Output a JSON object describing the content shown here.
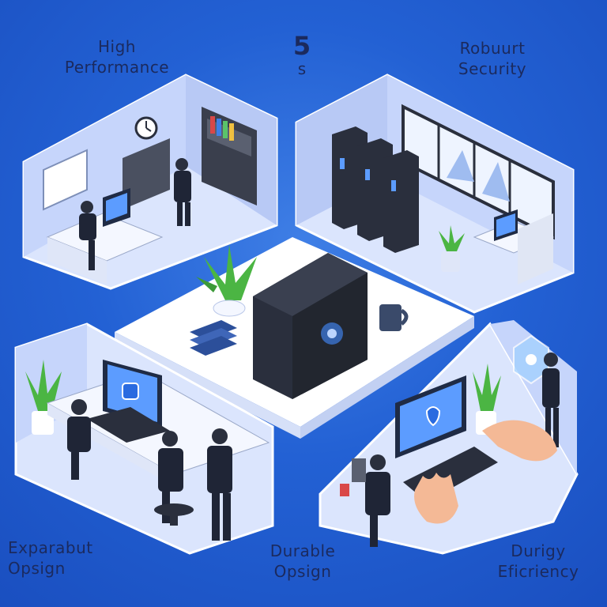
{
  "labels": {
    "top_left": {
      "line1": "High",
      "line2": "Performance"
    },
    "top_right": {
      "line1": "Robuurt",
      "line2": "Security"
    },
    "center": {
      "line1": "5",
      "line2": "s"
    },
    "bottom_left": {
      "line1": "Exparabut",
      "line2": "Opsign"
    },
    "bottom_mid": {
      "line1": "Durable",
      "line2": "Opsign"
    },
    "bottom_right": {
      "line1": "Durigy",
      "line2": "Eficriency"
    }
  },
  "colors": {
    "background": "#2361d4",
    "room_floor": "#e9efff",
    "room_wall": "#c9d7fb",
    "text": "#1b2a5e",
    "server": "#2a2f3d",
    "plant": "#4bb543"
  },
  "icons": [
    "clock-icon",
    "shield-icon",
    "server-icon",
    "plant-icon",
    "mug-icon",
    "keyboard-icon",
    "monitor-icon",
    "hologram-icon"
  ]
}
